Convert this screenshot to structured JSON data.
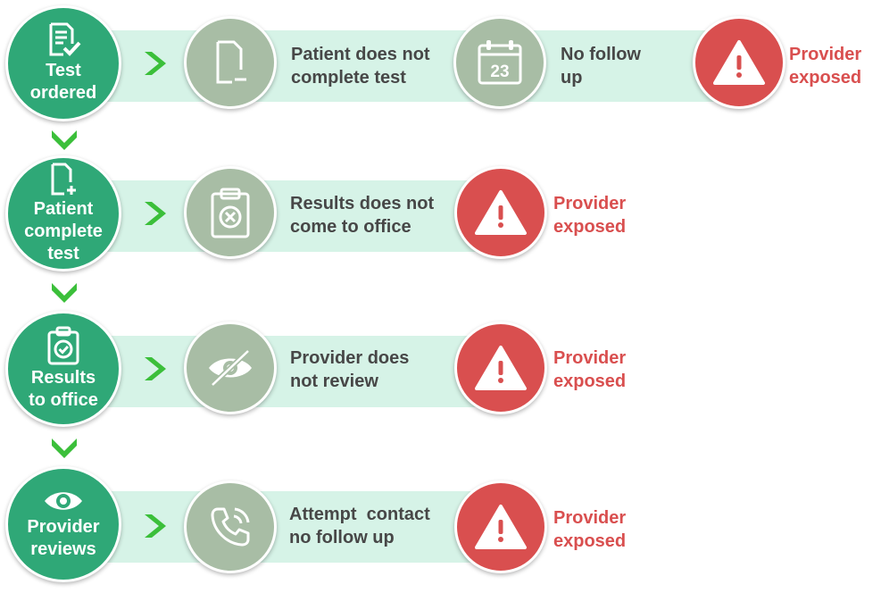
{
  "rows": [
    {
      "stage": "Test\nordered",
      "stage_icon": "clipboard-check-icon",
      "steps": [
        {
          "text": "Patient does not\ncomplete test",
          "icon": "document-minus-icon"
        },
        {
          "text": "No follow\nup",
          "icon": "calendar-icon",
          "icon_text": "23"
        }
      ],
      "alert": "Provider\nexposed"
    },
    {
      "stage": "Patient\ncomplete\ntest",
      "stage_icon": "document-plus-icon",
      "steps": [
        {
          "text": "Results does not\ncome to office",
          "icon": "clipboard-x-icon"
        }
      ],
      "alert": "Provider\nexposed"
    },
    {
      "stage": "Results\nto office",
      "stage_icon": "clipboard-check-circle-icon",
      "steps": [
        {
          "text": "Provider does\nnot review",
          "icon": "eye-off-icon"
        }
      ],
      "alert": "Provider\nexposed"
    },
    {
      "stage": "Provider\nreviews",
      "stage_icon": "eye-icon",
      "steps": [
        {
          "text": "Attempt  contact\nno follow up",
          "icon": "phone-ringing-icon"
        }
      ],
      "alert": "Provider\nexposed"
    }
  ],
  "colors": {
    "stage": "#2fa877",
    "step": "#a8bda5",
    "alert": "#d94f4f",
    "band": "#d6f3e7",
    "arrow": "#3bbf3a"
  }
}
